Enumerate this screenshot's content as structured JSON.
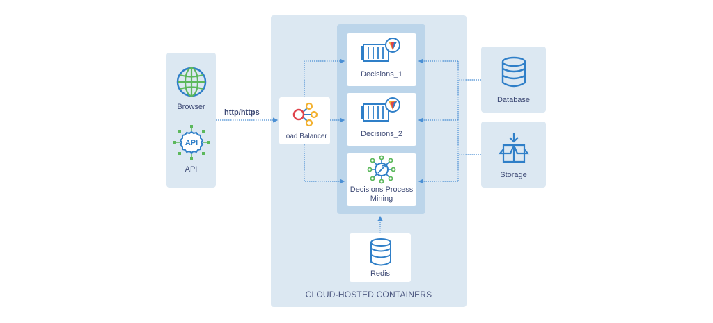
{
  "clients": {
    "browser": {
      "label": "Browser",
      "icon": "globe-icon"
    },
    "api": {
      "label": "API",
      "icon": "api-gear-icon",
      "badge": "API"
    }
  },
  "connection": {
    "protocol_label": "http/https"
  },
  "cloud": {
    "label": "CLOUD-HOSTED CONTAINERS",
    "load_balancer": {
      "label": "Load Balancer",
      "icon": "load-balancer-icon"
    },
    "services": [
      {
        "label": "Decisions_1",
        "icon": "container-icon"
      },
      {
        "label": "Decisions_2",
        "icon": "container-icon"
      },
      {
        "label": "Decisions Process\nMining",
        "label_line1": "Decisions Process",
        "label_line2": "Mining",
        "icon": "process-mining-icon"
      }
    ],
    "cache": {
      "label": "Redis",
      "icon": "database-icon"
    }
  },
  "backends": {
    "database": {
      "label": "Database",
      "icon": "database-icon"
    },
    "storage": {
      "label": "Storage",
      "icon": "storage-box-icon"
    }
  },
  "colors": {
    "panel": "#dce8f2",
    "inner_column": "#bcd5ea",
    "line": "#4a8fd4",
    "text": "#3e4a75",
    "icon_blue": "#2f7fc8",
    "icon_green": "#5cb85c",
    "lb_red": "#e0434b",
    "lb_orange": "#f3b12f"
  }
}
